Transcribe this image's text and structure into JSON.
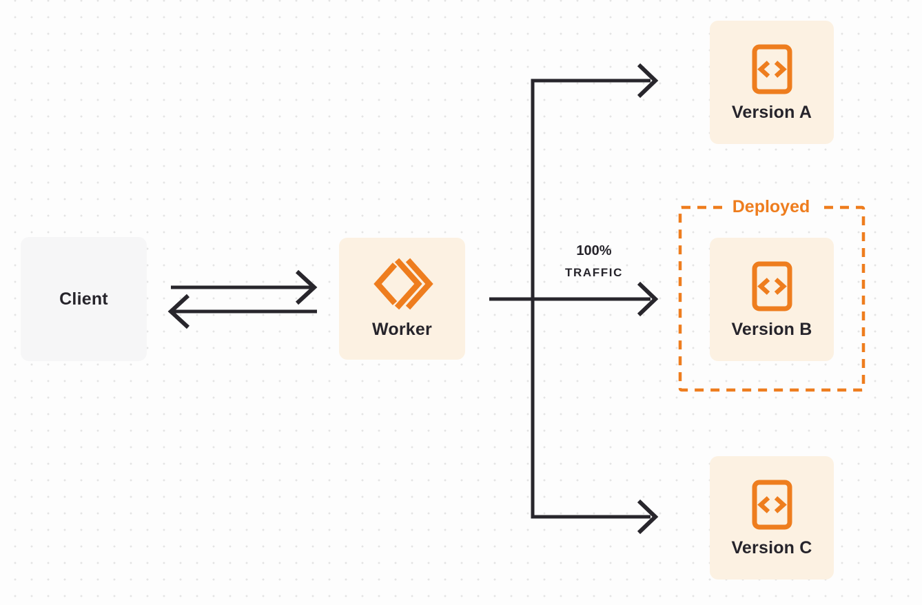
{
  "diagram": {
    "title": "worker-traffic-routing-diagram",
    "nodes": {
      "client": {
        "label": "Client"
      },
      "worker": {
        "label": "Worker",
        "icon": "workers-logo-icon"
      },
      "version_a": {
        "label": "Version A",
        "icon": "code-file-icon"
      },
      "version_b": {
        "label": "Version B",
        "icon": "code-file-icon"
      },
      "version_c": {
        "label": "Version C",
        "icon": "code-file-icon"
      }
    },
    "annotations": {
      "deployed": "Deployed",
      "traffic_percent": "100%",
      "traffic_word": "TRAFFIC"
    },
    "edges": [
      {
        "from": "client",
        "to": "worker",
        "style": "arrow-right"
      },
      {
        "from": "worker",
        "to": "client",
        "style": "arrow-left"
      },
      {
        "from": "worker",
        "to": "version_a",
        "style": "arrow-right"
      },
      {
        "from": "worker",
        "to": "version_b",
        "style": "arrow-right",
        "label": "100% TRAFFIC"
      },
      {
        "from": "worker",
        "to": "version_c",
        "style": "arrow-right"
      }
    ],
    "colors": {
      "orange": "#EE7D1E",
      "cream": "#FCF1E2",
      "light_gray": "#F6F6F7",
      "ink": "#28262C",
      "background": "#FDFDFD",
      "dot": "#E4E4E4"
    }
  }
}
